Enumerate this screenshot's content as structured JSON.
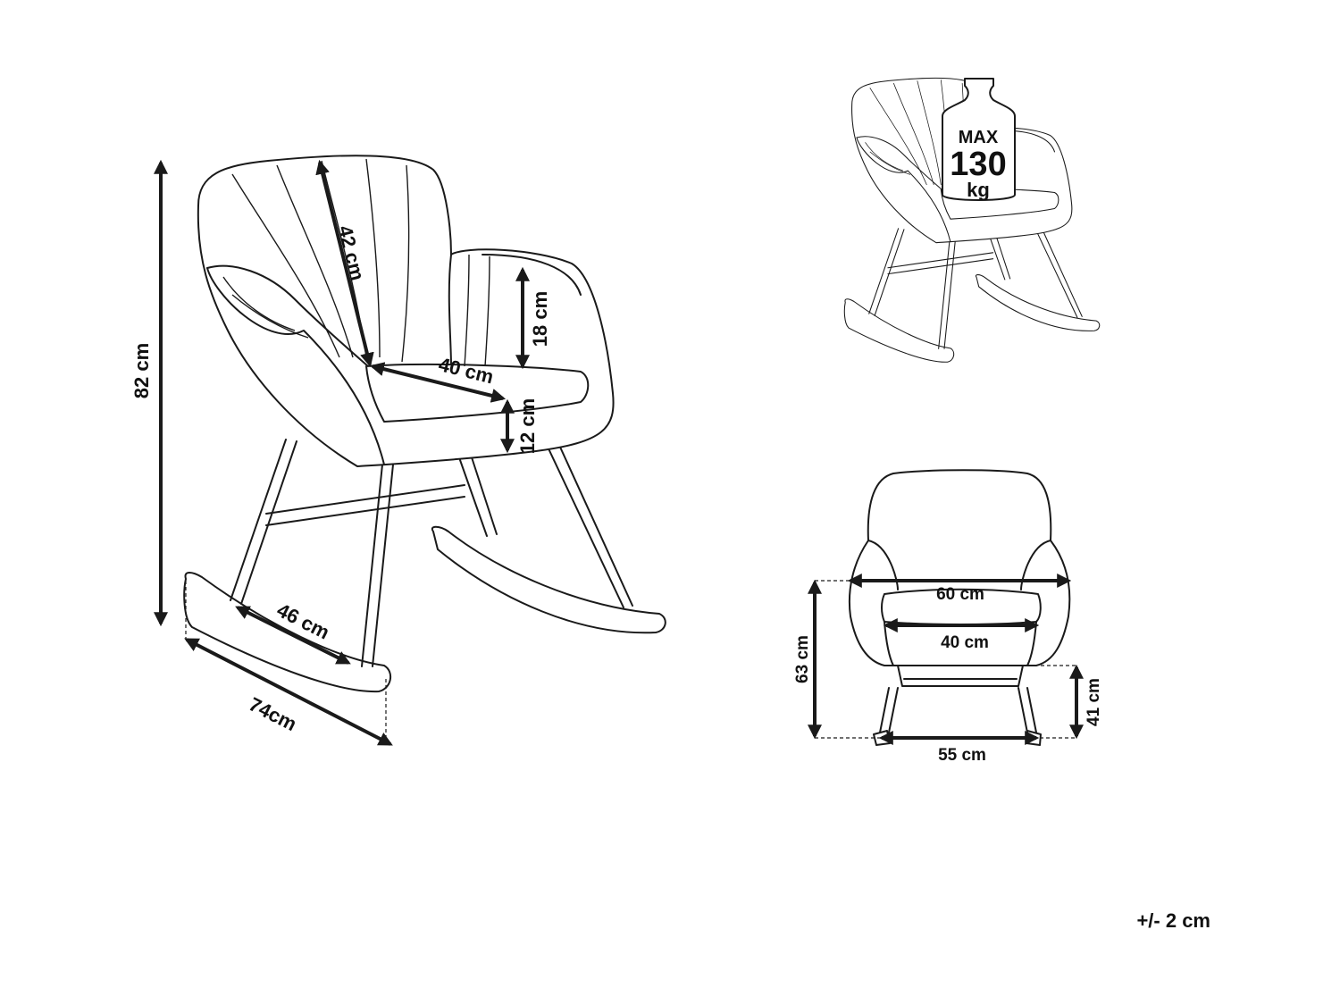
{
  "side_view": {
    "height": "82 cm",
    "back_height": "42 cm",
    "armrest_height": "18 cm",
    "seat_depth": "40 cm",
    "seat_thickness": "12 cm",
    "rocker_inner": "46 cm",
    "rocker_length": "74cm"
  },
  "load_view": {
    "max_label": "MAX",
    "max_value": "130",
    "max_unit": "kg"
  },
  "front_view": {
    "overall_width": "60 cm",
    "seat_width": "40 cm",
    "arm_height": "63 cm",
    "seat_height": "41 cm",
    "base_width": "55 cm"
  },
  "tolerance": "+/- 2 cm"
}
